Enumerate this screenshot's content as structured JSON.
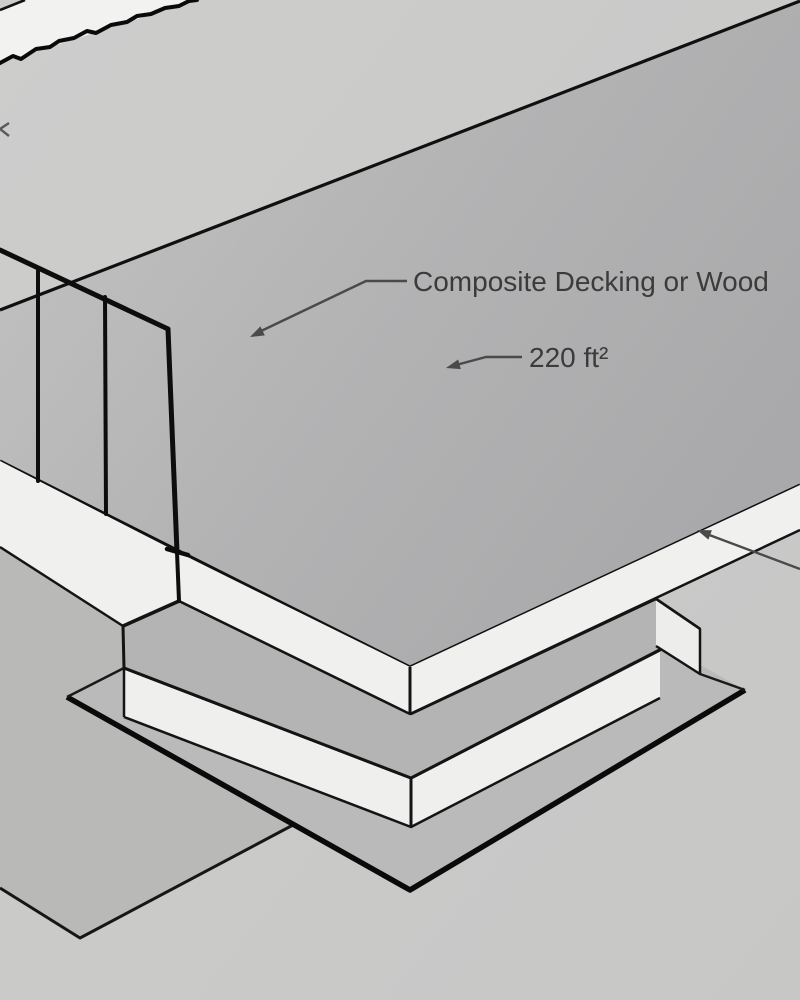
{
  "scene": {
    "type": "3d-deck-model-view",
    "annotations": {
      "material_label": "Composite Decking or Wood",
      "area_label": "220 ft²"
    },
    "elements": [
      "house-siding-band",
      "deck-surface",
      "deck-fascia",
      "railing",
      "step-tread",
      "step-riser",
      "landing-pad",
      "ground-slab"
    ],
    "colors": {
      "background": "#cacac9",
      "deck_surface_light": "#c4c4c4",
      "deck_surface_dark": "#a9a9ab",
      "white_face": "#f0f0ef",
      "riser_face": "#efefee",
      "end_cap_face": "#ededec",
      "tread_gray": "#b4b4b5",
      "pad_gray": "#bababa",
      "ground_gray": "#b9b9b8",
      "edge_line": "#141414",
      "heavy_edge": "#0a0a0a",
      "leader_line": "#4a4a4a",
      "text": "#3b3b3b"
    }
  }
}
